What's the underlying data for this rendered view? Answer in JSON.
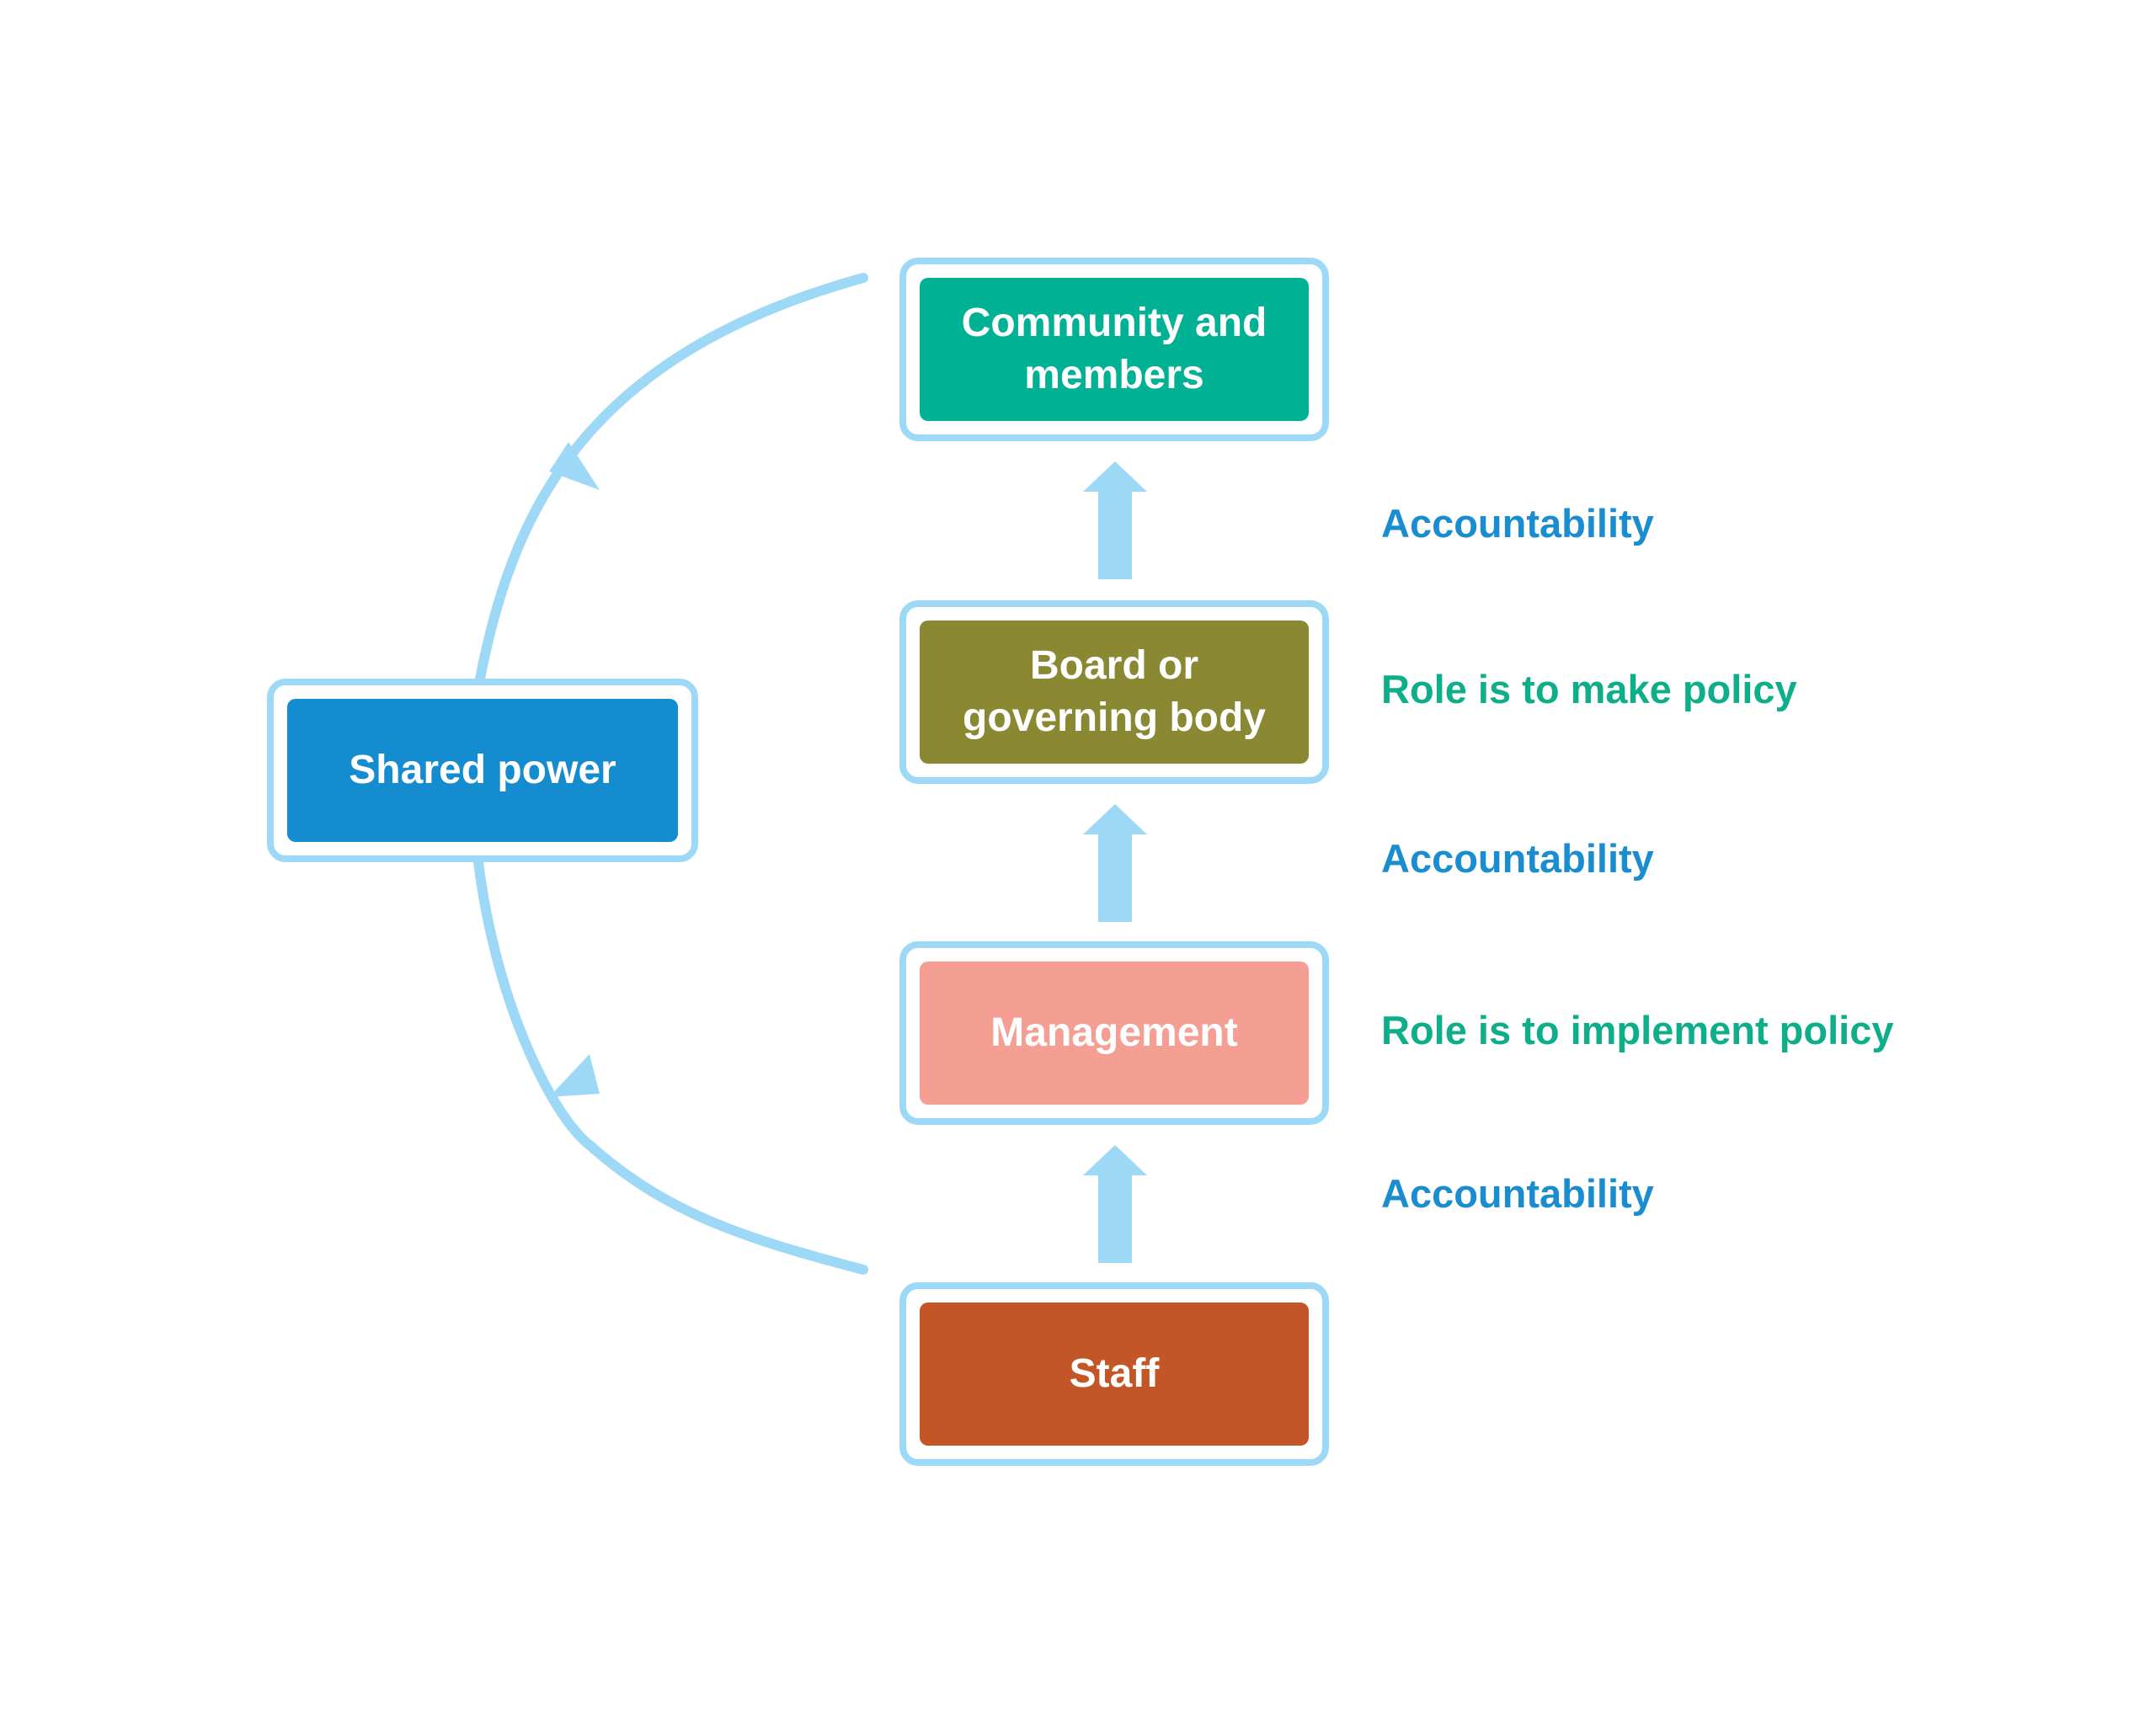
{
  "colors": {
    "outline": "#9dd9f7",
    "community": "#00b193",
    "board": "#8a8833",
    "management": "#f59f94",
    "staff": "#c35626",
    "shared_power": "#148ccf",
    "accountability_text": "#1a8dd0",
    "role_text": "#0fae8a"
  },
  "boxes": {
    "community": {
      "label": "Community and\nmembers"
    },
    "board": {
      "label": "Board or\ngoverning body"
    },
    "management": {
      "label": "Management"
    },
    "staff": {
      "label": "Staff"
    },
    "shared_power": {
      "label": "Shared power"
    }
  },
  "side_labels": {
    "accountability_top": "Accountability",
    "role_board": "Role is to make policy",
    "accountability_middle": "Accountability",
    "role_management": "Role is to implement policy",
    "accountability_bottom": "Accountability"
  },
  "icons": {
    "up_arrow": "up-arrow-icon",
    "curved_arrow": "curved-arrow-icon"
  }
}
